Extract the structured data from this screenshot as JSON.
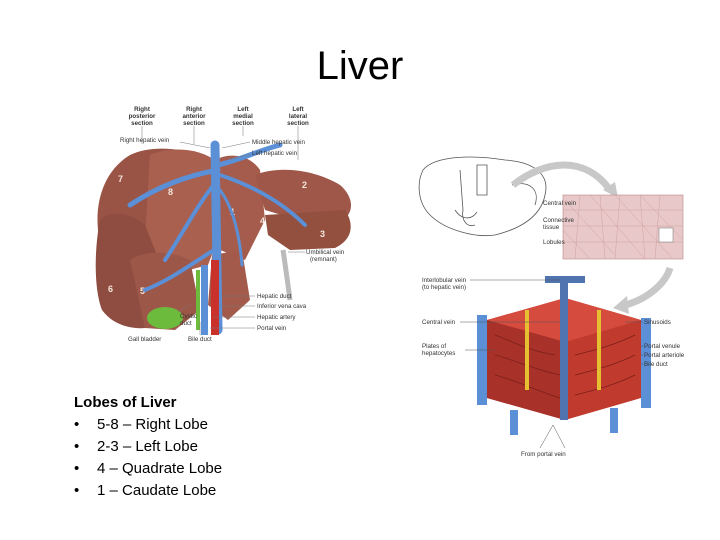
{
  "slide": {
    "title": "Liver",
    "lobes": {
      "heading": "Lobes of Liver",
      "items": [
        "5-8 – Right Lobe",
        "2-3 – Left Lobe",
        "4 – Quadrate Lobe",
        "1 – Caudate Lobe"
      ]
    }
  },
  "liver_diagram": {
    "sections": [
      [
        "Right",
        "posterior",
        "section"
      ],
      [
        "Right",
        "anterior",
        "section"
      ],
      [
        "Left",
        "medial",
        "section"
      ],
      [
        "Left",
        "lateral",
        "section"
      ]
    ],
    "segments": [
      "1",
      "2",
      "3",
      "4",
      "5",
      "6",
      "7",
      "8"
    ],
    "labels": {
      "right_hepatic_vein": "Right hepatic vein",
      "middle_hepatic_vein": "Middle hepatic vein",
      "left_hepatic_vein": "Left hepatic vein",
      "umbilical_vein": "Umbilical vein",
      "remnant": "(remnant)",
      "hepatic_duct": "Hepatic duct",
      "inferior_vena_cava": "Inferior vena cava",
      "hepatic_artery": "Hepatic artery",
      "portal_vein": "Portal vein",
      "cystic_duct_1": "Cystic",
      "cystic_duct_2": "duct",
      "gall_bladder": "Gall bladder",
      "bile_duct": "Bile duct"
    }
  },
  "lobule_diagram": {
    "labels": {
      "central_vein_top": "Central vein",
      "connective_tissue_1": "Connective",
      "connective_tissue_2": "tissue",
      "lobules": "Lobules",
      "interlobular_vein_1": "Interlobular vein",
      "interlobular_vein_2": "(to hepatic vein)",
      "central_vein": "Central vein",
      "plates_1": "Plates of",
      "plates_2": "hepatocytes",
      "sinusoids": "Sinusoids",
      "portal_venule": "Portal venule",
      "portal_arteriole": "Portal arteriole",
      "bile_duct": "Bile duct",
      "from_portal_vein": "From portal vein"
    }
  },
  "colors": {
    "liver_tissue": "#a0584c",
    "vein_blue": "#5b8fd6",
    "artery_red": "#c8322a",
    "gallbladder_green": "#6cbb3c",
    "lobule_pink": "#e8c8c8"
  }
}
